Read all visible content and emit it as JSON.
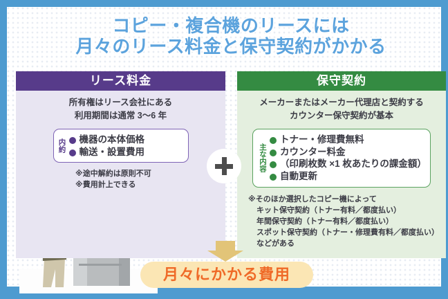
{
  "title": {
    "line1": "コピー・複合機のリースには",
    "line2": "月々のリース料金と保守契約がかかる",
    "color": "#5ca3dd"
  },
  "panels": {
    "lease": {
      "header": "リース料金",
      "header_color": "#573b8a",
      "body_color": "#e8e5f2",
      "lead_line1": "所有権はリース会社にある",
      "lead_line2": "利用期間は通常 3〜6 年",
      "box_label": "内約",
      "bullets": [
        "機器の本体価格",
        "輸送・設置費用"
      ],
      "notes": [
        "※途中解約は原則不可",
        "※費用計上できる"
      ]
    },
    "maintenance": {
      "header": "保守契約",
      "header_color": "#348b42",
      "body_color": "#e4efdf",
      "lead_line1": "メーカーまたはメーカー代理店と契約する",
      "lead_line2": "カウンター保守契約が基本",
      "box_label": "主な内容",
      "bullets": [
        "トナー・修理費無料",
        "カウンター料金",
        "自動更新"
      ],
      "bullet_subnote": "（印刷枚数 ×1 枚あたりの課金額）",
      "notes": [
        "※そのほか選択したコピー機によって",
        "キット保守契約（トナー有料／都度払い）",
        "年間保守契約（トナー有料／都度払い）",
        "スポット保守契約（トナー・修理費有料／都度払い）",
        "などがある"
      ]
    }
  },
  "operator": {
    "symbol": "＋",
    "meaning": "plus"
  },
  "banner": {
    "text": "月々にかかる費用",
    "text_color": "#ef6a28",
    "background_color": "#fbe6b4"
  },
  "illustration": {
    "caption": "businessman-operating-copier"
  },
  "frame": {
    "border_color": "#4e9bd0"
  }
}
